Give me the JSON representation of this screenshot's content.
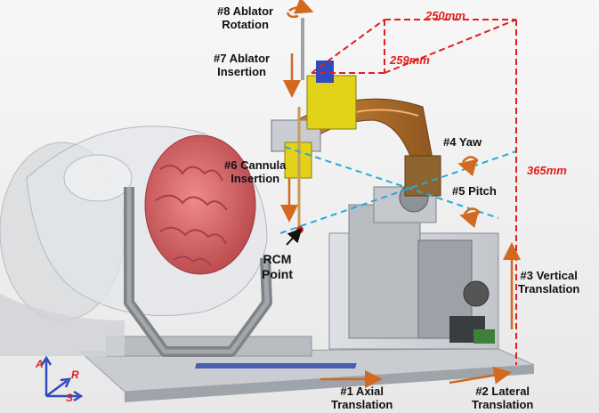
{
  "labels": {
    "ablator_rotation": [
      "#8 Ablator",
      "Rotation"
    ],
    "ablator_insertion": [
      "#7 Ablator",
      "Insertion"
    ],
    "cannula_insertion": [
      "#6 Cannula",
      "Insertion"
    ],
    "rcm_point": [
      "RCM",
      "Point"
    ],
    "yaw": "#4 Yaw",
    "pitch": "#5 Pitch",
    "vertical_translation": [
      "#3 Vertical",
      "Translation"
    ],
    "axial_translation": [
      "#1 Axial",
      "Translation"
    ],
    "lateral_translation": [
      "#2 Lateral",
      "Translation"
    ]
  },
  "dimensions": {
    "width": "250mm",
    "depth": "259mm",
    "height": "365mm"
  },
  "axes": {
    "a": "A",
    "r": "R",
    "s": "S"
  },
  "colors": {
    "dimension": "#e0201f",
    "motion_arrow": "#d2691e",
    "axis_line": "#2aa7dc",
    "brain": "#d9686a",
    "arc": "#b8732a",
    "yellow_block": "#e3d21a",
    "gray_frame": "#8d8d8d"
  }
}
